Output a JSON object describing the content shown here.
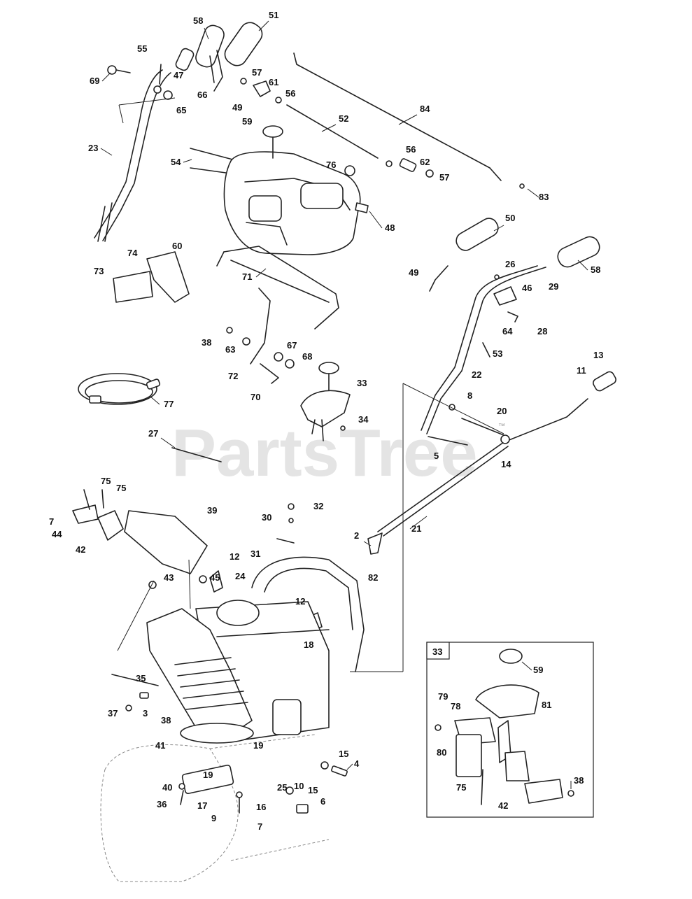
{
  "watermark": "PartsTree",
  "watermark_tm": "™",
  "inset": {
    "label": "33"
  },
  "callouts": {
    "c58a": "58",
    "c51": "51",
    "c55": "55",
    "c69": "69",
    "c47": "47",
    "c57a": "57",
    "c61": "61",
    "c56a": "56",
    "c66": "66",
    "c49a": "49",
    "c65": "65",
    "c84": "84",
    "c52": "52",
    "c59a": "59",
    "c23": "23",
    "c56b": "56",
    "c62": "62",
    "c57b": "57",
    "c76": "76",
    "c54": "54",
    "c83": "83",
    "c48": "48",
    "c50": "50",
    "c60": "60",
    "c74": "74",
    "c73": "73",
    "c71": "71",
    "c49b": "49",
    "c26": "26",
    "c58b": "58",
    "c46": "46",
    "c29": "29",
    "c64": "64",
    "c28": "28",
    "c53": "53",
    "c38a": "38",
    "c63": "63",
    "c67": "67",
    "c68": "68",
    "c72": "72",
    "c70": "70",
    "c33": "33",
    "c22": "22",
    "c13": "13",
    "c11": "11",
    "c8": "8",
    "c20": "20",
    "c77": "77",
    "c34": "34",
    "c27": "27",
    "c5": "5",
    "c14": "14",
    "c75a": "75",
    "c75b": "75",
    "c39": "39",
    "c30": "30",
    "c32": "32",
    "c7a": "7",
    "c44": "44",
    "c42a": "42",
    "c21": "21",
    "c2": "2",
    "c31": "31",
    "c82": "82",
    "c45": "45",
    "c12a": "12",
    "c43": "43",
    "c24": "24",
    "c12b": "12",
    "c18": "18",
    "c35": "35",
    "c37": "37",
    "c3": "3",
    "c38b": "38",
    "c41": "41",
    "c19a": "19",
    "c15a": "15",
    "c4": "4",
    "c10": "10",
    "c40": "40",
    "c19b": "19",
    "c25": "25",
    "c36": "36",
    "c17": "17",
    "c15b": "15",
    "c16": "16",
    "c6": "6",
    "c9": "9",
    "c7b": "7",
    "i59": "59",
    "i81": "81",
    "i79": "79",
    "i78": "78",
    "i80": "80",
    "i75": "75",
    "i42": "42",
    "i38": "38"
  }
}
